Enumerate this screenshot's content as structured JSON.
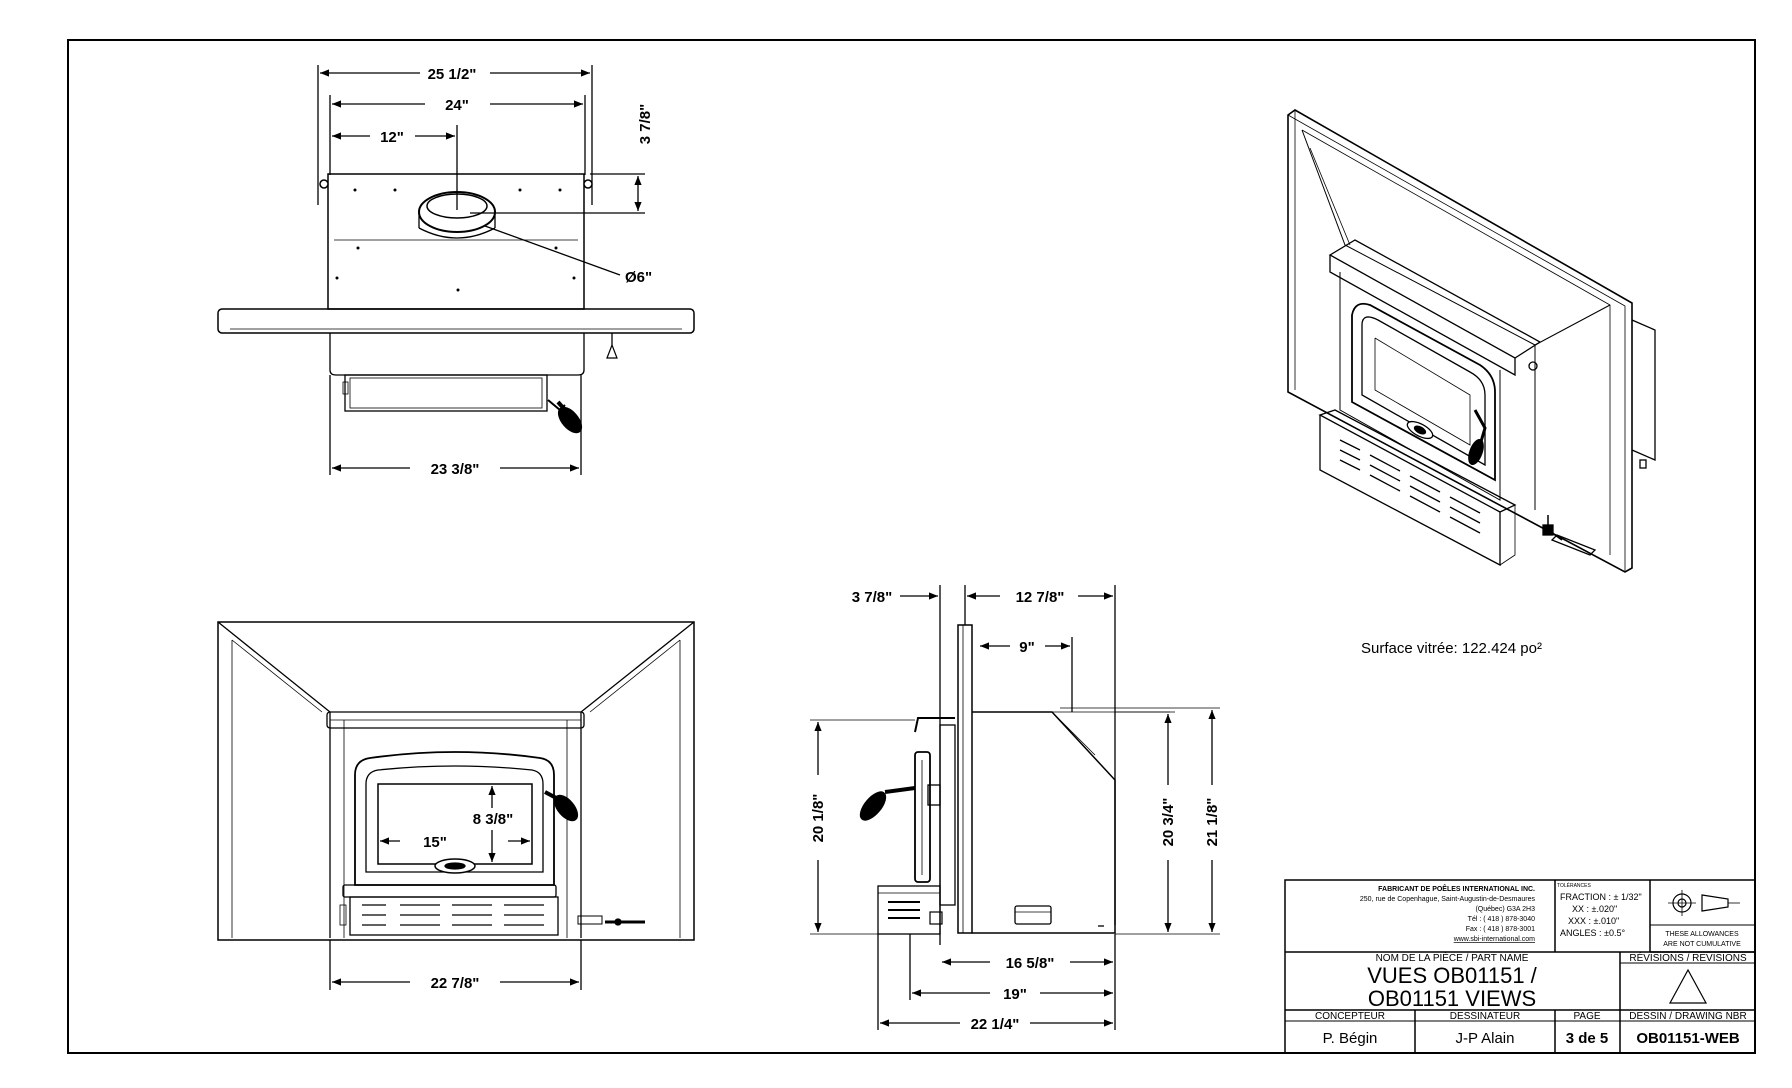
{
  "dimensions": {
    "top_overall_width": "25 1/2\"",
    "top_flue_span": "24\"",
    "top_center": "12\"",
    "top_depth": "3 7/8\"",
    "top_flue_diameter": "Ø6\"",
    "top_body_width": "23 3/8\"",
    "front_glass_width": "15\"",
    "front_glass_height": "8 3/8\"",
    "front_bottom_width": "22 7/8\"",
    "side_front_depth": "3 7/8\"",
    "side_rear_depth": "12 7/8\"",
    "side_flue_offset": "9\"",
    "side_front_height": "20 1/8\"",
    "side_body_height": "20 3/4\"",
    "side_overall_height": "21 1/8\"",
    "side_base_depth_1": "16 5/8\"",
    "side_base_depth_2": "19\"",
    "side_base_depth_3": "22 1/4\""
  },
  "surface_note": "Surface vitrée: 122.424 po²",
  "title_block": {
    "company": "FABRICANT DE POÊLES INTERNATIONAL INC.",
    "address_1": "250, rue de Copenhague, Saint-Augustin-de-Desmaures",
    "address_2": "(Québec) G3A 2H3",
    "phone": "Tél : ( 418 ) 878-3040",
    "fax": "Fax : ( 418 ) 878-3001",
    "website": "www.sbi-international.com",
    "tolerances_label": "TOLÉRANCES",
    "tol_fraction": "FRACTION : ± 1/32\"",
    "tol_xx": "XX :   ±.020\"",
    "tol_xxx": "XXX :   ±.010\"",
    "tol_angles": "ANGLES :  ±0.5°",
    "tol_note_1": "THESE ALLOWANCES",
    "tol_note_2": "ARE NOT CUMULATIVE",
    "part_name_label": "NOM DE LA PIÈCE / PART NAME",
    "part_name_1": "VUES OB01151 /",
    "part_name_2": "OB01151 VIEWS",
    "revisions_label": "RÉVISIONS / REVISIONS",
    "designer_label": "CONCEPTEUR",
    "designer": "P. Bégin",
    "drafter_label": "DESSINATEUR",
    "drafter": "J-P Alain",
    "page_label": "PAGE",
    "page": "3 de 5",
    "drawing_label": "DESSIN / DRAWING NBR",
    "drawing_number": "OB01151-WEB"
  }
}
